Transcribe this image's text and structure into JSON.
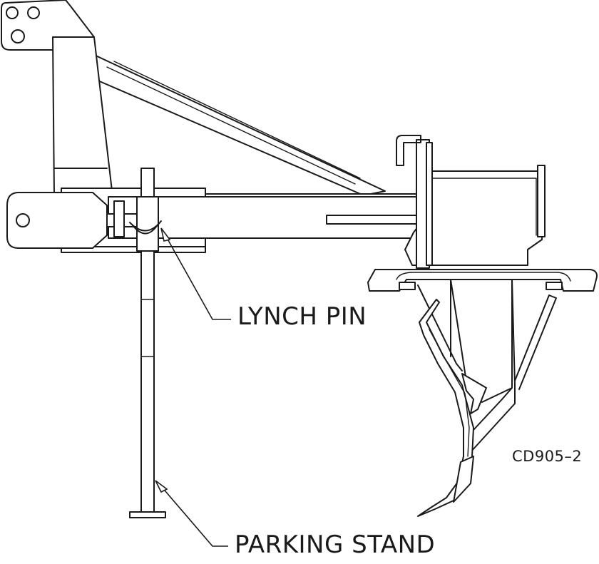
{
  "labels": {
    "lynch_pin": "LYNCH PIN",
    "parking_stand": "PARKING STAND",
    "drawing_code": "CD905–2"
  }
}
